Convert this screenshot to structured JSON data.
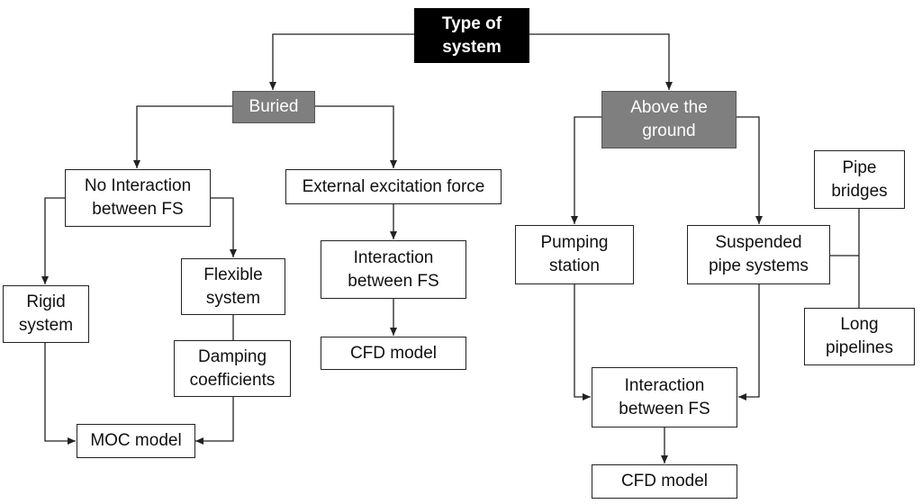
{
  "diagram": {
    "root": "Type of\nsystem",
    "buried": "Buried",
    "above": "Above the\nground",
    "no_interaction": "No Interaction\nbetween FS",
    "external_force": "External excitation force",
    "interaction_buried": "Interaction\nbetween FS",
    "cfd_buried": "CFD model",
    "rigid": "Rigid\nsystem",
    "flexible": "Flexible\nsystem",
    "damping": "Damping\ncoefficients",
    "moc": "MOC model",
    "pumping": "Pumping\nstation",
    "suspended": "Suspended\npipe systems",
    "pipe_bridges": "Pipe\nbridges",
    "long_pipelines": "Long\npipelines",
    "interaction_above": "Interaction\nbetween FS",
    "cfd_above": "CFD model"
  },
  "colors": {
    "root_fill": "#000000",
    "category_fill": "#7f7f7f",
    "line": "#222222"
  }
}
